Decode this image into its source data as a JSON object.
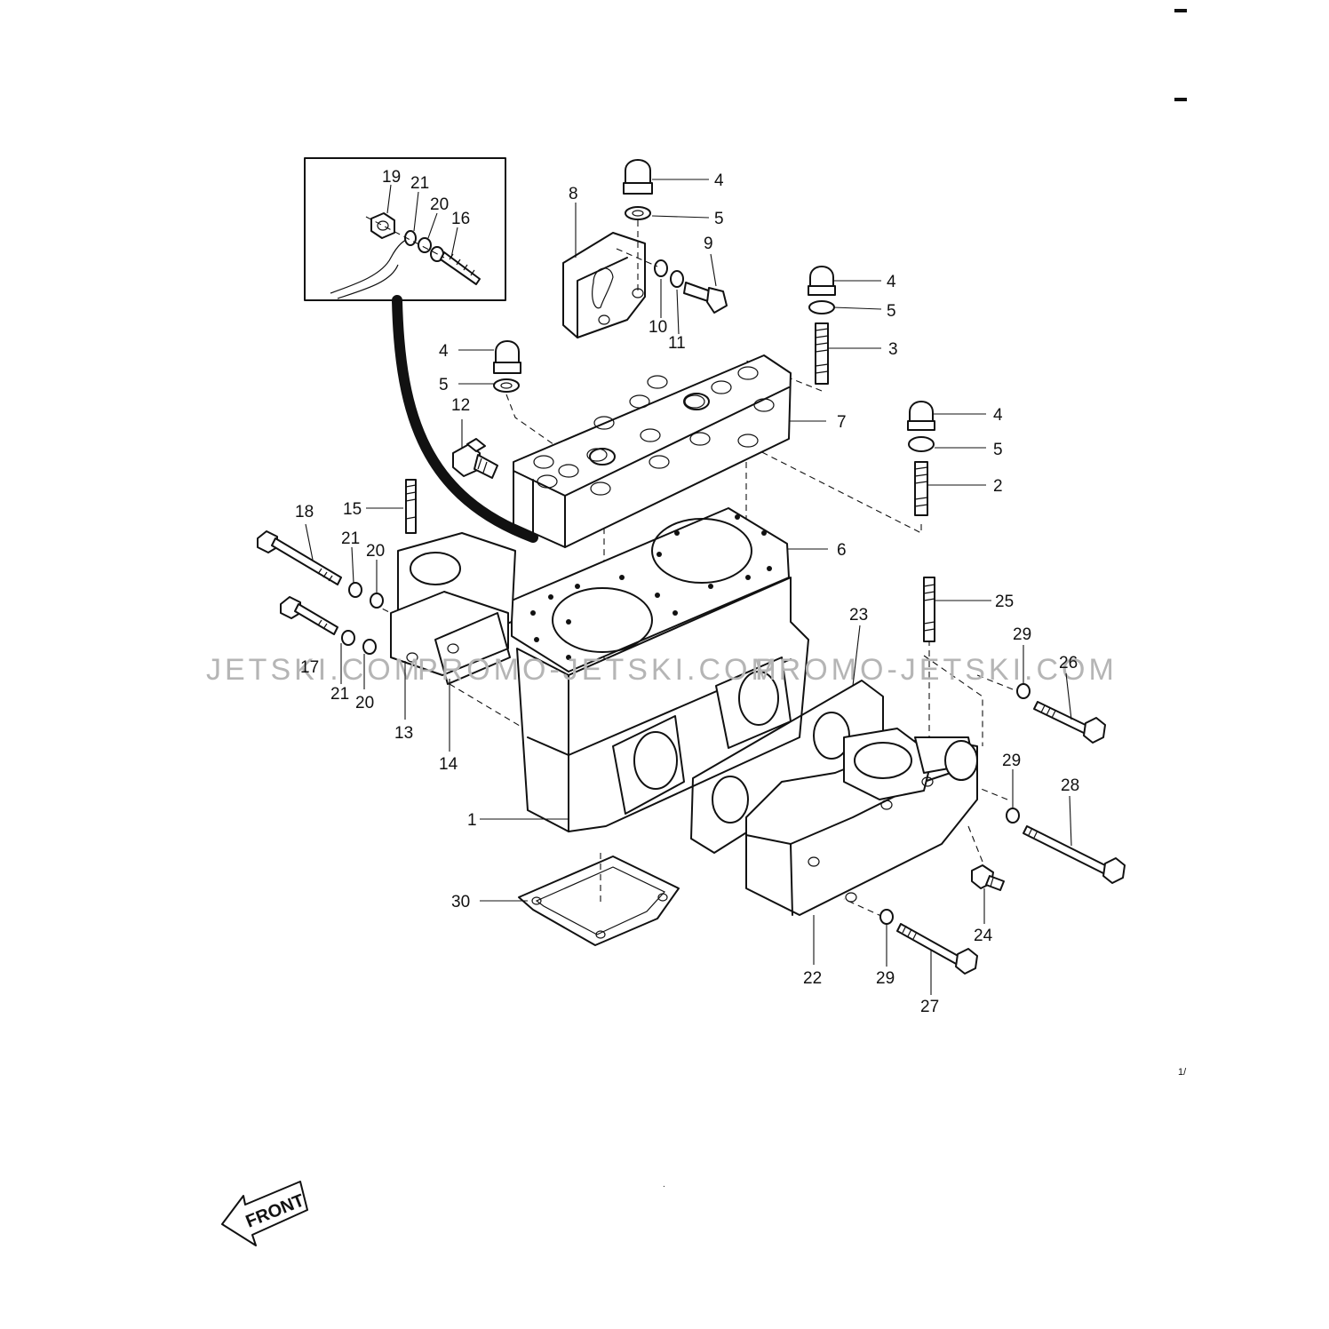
{
  "watermark": {
    "text_left": "JETSKI.COM",
    "text_mid": "PROMO-JETSKI.COM",
    "text_right": "PROMO-JETSKI.COM"
  },
  "front_arrow": {
    "label": "FRONT"
  },
  "corner_note": "1/",
  "callouts": {
    "c1": "1",
    "c2": "2",
    "c3": "3",
    "c4a": "4",
    "c4b": "4",
    "c4c": "4",
    "c4d": "4",
    "c5a": "5",
    "c5b": "5",
    "c5c": "5",
    "c5d": "5",
    "c6": "6",
    "c7": "7",
    "c8": "8",
    "c9": "9",
    "c10": "10",
    "c11": "11",
    "c12": "12",
    "c13": "13",
    "c14": "14",
    "c15": "15",
    "c16": "16",
    "c17": "17",
    "c18": "18",
    "c19": "19",
    "c20a": "20",
    "c20b": "20",
    "c20c": "20",
    "c21a": "21",
    "c21b": "21",
    "c21c": "21",
    "c22": "22",
    "c23": "23",
    "c24": "24",
    "c25": "25",
    "c26": "26",
    "c27": "27",
    "c28": "28",
    "c29a": "29",
    "c29b": "29",
    "c29c": "29",
    "c30": "30"
  }
}
